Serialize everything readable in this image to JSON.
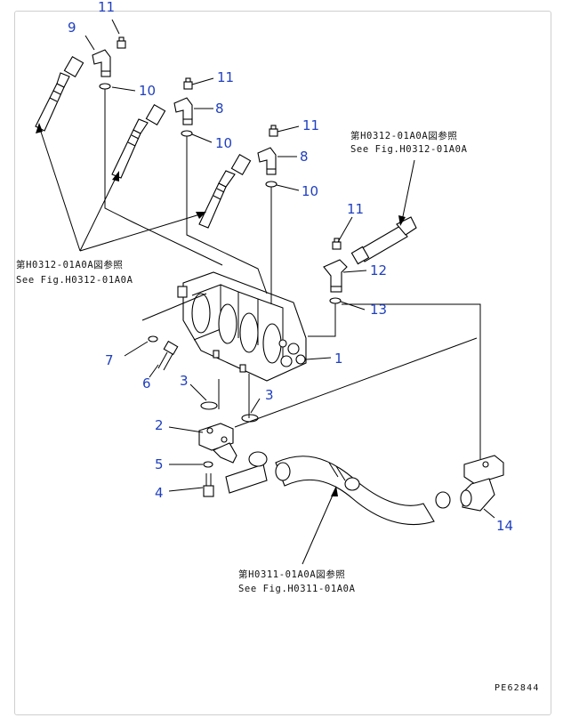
{
  "diagram": {
    "callouts": [
      {
        "id": "callout-11a",
        "text": "11"
      },
      {
        "id": "callout-9",
        "text": "9"
      },
      {
        "id": "callout-10a",
        "text": "10"
      },
      {
        "id": "callout-11b",
        "text": "11"
      },
      {
        "id": "callout-8a",
        "text": "8"
      },
      {
        "id": "callout-10b",
        "text": "10"
      },
      {
        "id": "callout-11c",
        "text": "11"
      },
      {
        "id": "callout-8b",
        "text": "8"
      },
      {
        "id": "callout-10c",
        "text": "10"
      },
      {
        "id": "callout-11d",
        "text": "11"
      },
      {
        "id": "callout-12",
        "text": "12"
      },
      {
        "id": "callout-13",
        "text": "13"
      },
      {
        "id": "callout-1",
        "text": "1"
      },
      {
        "id": "callout-7",
        "text": "7"
      },
      {
        "id": "callout-6",
        "text": "6"
      },
      {
        "id": "callout-3a",
        "text": "3"
      },
      {
        "id": "callout-3b",
        "text": "3"
      },
      {
        "id": "callout-2",
        "text": "2"
      },
      {
        "id": "callout-5",
        "text": "5"
      },
      {
        "id": "callout-4",
        "text": "4"
      },
      {
        "id": "callout-14",
        "text": "14"
      }
    ],
    "references": {
      "top_right_jp": "第H0312-01A0A図参照",
      "top_right_en": "See Fig.H0312-01A0A",
      "left_jp": "第H0312-01A0A図参照",
      "left_en": "See Fig.H0312-01A0A",
      "bottom_jp": "第H0311-01A0A図参照",
      "bottom_en": "See Fig.H0311-01A0A"
    },
    "drawing_code": "PE62844",
    "colors": {
      "callout": "#1f3fbf",
      "line": "#000000",
      "frame": "#cfcfcf"
    }
  }
}
